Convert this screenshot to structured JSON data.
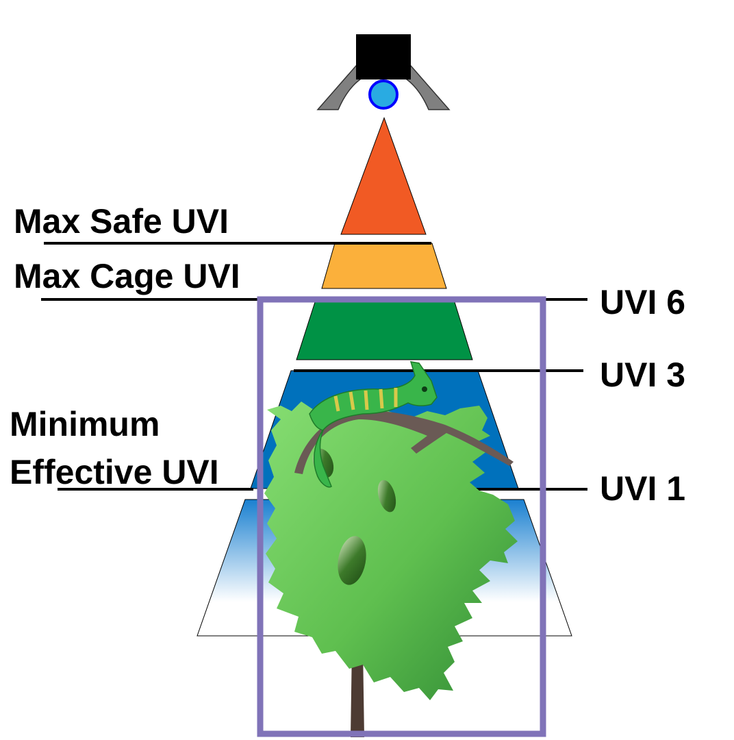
{
  "labels": {
    "max_safe": "Max Safe UVI",
    "max_cage": "Max Cage UVI",
    "minimum_line1": "Minimum",
    "minimum_line2": "Effective UVI",
    "uvi6": "UVI 6",
    "uvi3": "UVI 3",
    "uvi1": "UVI 1"
  },
  "colors": {
    "lamp_housing": "#000000",
    "reflector": "#808080",
    "bulb_fill": "#29abe2",
    "bulb_stroke": "#0000ff",
    "zone_max_safe": "#f15a24",
    "zone_max_cage": "#fbb03b",
    "zone_uvi6": "#009245",
    "zone_uvi3": "#0071bc",
    "zone_uvi1_top": "#1a80d0",
    "zone_uvi1_bottom": "#ffffff",
    "enclosure": "#8073b8",
    "foliage_light": "#7fd56b",
    "foliage_dark": "#3a9a3a",
    "trunk": "#4d3b33",
    "chameleon": "#39b54a"
  },
  "icons": [
    "uvb-lamp-icon",
    "chameleon-icon",
    "tree-icon"
  ]
}
